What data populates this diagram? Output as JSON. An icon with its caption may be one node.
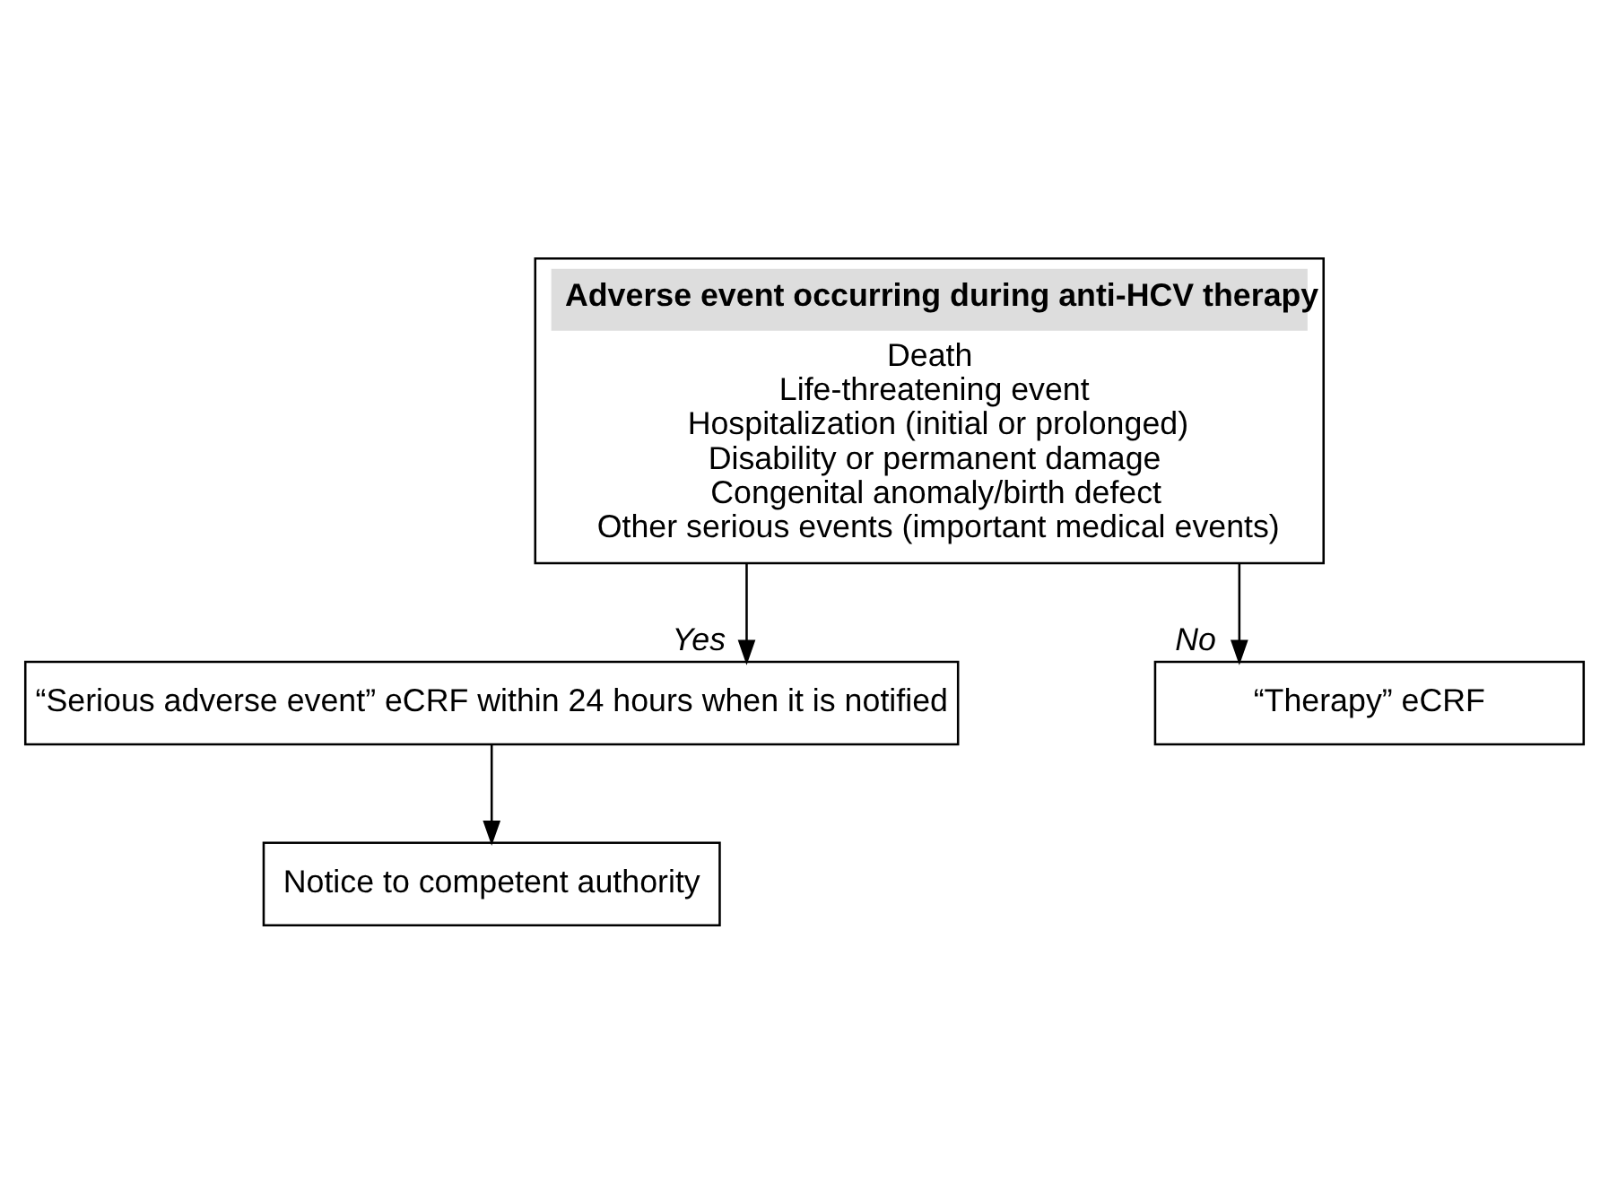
{
  "diagram": {
    "nodes": [
      {
        "text": [
          "Adverse event occurring during anti-HCV therapy",
          "Death",
          "Life-threatening event",
          "Hospitalization (initial or prolonged)",
          "Disability or permanent damage",
          "Congenital anomaly/birth defect",
          "Other serious events (important medical events)"
        ]
      },
      {
        "text": [
          "“Serious adverse event” eCRF within 24 hours when it is notified"
        ]
      },
      {
        "text": [
          "“Therapy” eCRF"
        ]
      },
      {
        "text": [
          "Notice to competent authority"
        ]
      }
    ],
    "edges": [
      {
        "from": 0,
        "to": 1,
        "arrow": "to",
        "label": "Yes"
      },
      {
        "from": 0,
        "to": 2,
        "arrow": "to",
        "label": "No"
      },
      {
        "from": 1,
        "to": 3,
        "arrow": "to"
      }
    ]
  }
}
